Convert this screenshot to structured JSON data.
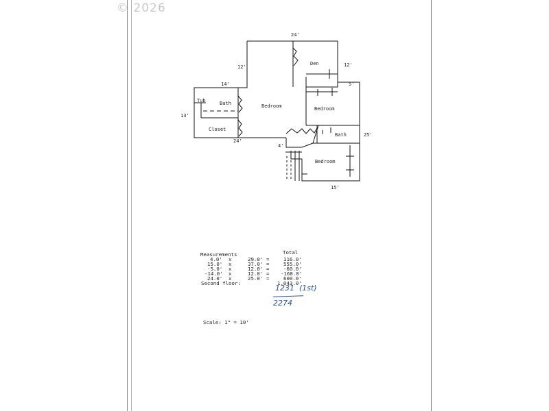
{
  "watermark": "© 2026",
  "rooms": {
    "den": "Den",
    "bath_main": "Bath",
    "tub": "Tub",
    "bedroom_main": "Bedroom",
    "closet": "Closet",
    "bedroom_right": "Bedroom",
    "bath_right": "Bath",
    "bedroom_bottom": "Bedroom"
  },
  "dimensions": {
    "top_24": "24'",
    "left_12": "12'",
    "right_12": "12'",
    "wing_14": "14'",
    "step_5": "5'",
    "left_13": "13'",
    "bottom_24": "24'",
    "right_25": "25'",
    "stair_4": "4'",
    "bottom_15": "15'"
  },
  "measurements": {
    "title": "Measurements",
    "total_header": "Total",
    "rows": [
      {
        "a": "4.0'",
        "b": "29.0'",
        "total": "116.0'"
      },
      {
        "a": "15.0'",
        "b": "37.0'",
        "total": "555.0'"
      },
      {
        "a": "-5.0'",
        "b": "12.0'",
        "total": "-60.0'"
      },
      {
        "a": "-14.0'",
        "b": "12.0'",
        "total": "-168.0'"
      },
      {
        "a": "24.0'",
        "b": "25.0'",
        "total": "600.0'"
      }
    ],
    "second_floor_label": "Second floor:",
    "second_floor_total": "1,043.0'"
  },
  "handwriting": {
    "first_floor": "1231  (1st)",
    "total": "2274"
  },
  "scale": "Scale: 1\" = 10'"
}
